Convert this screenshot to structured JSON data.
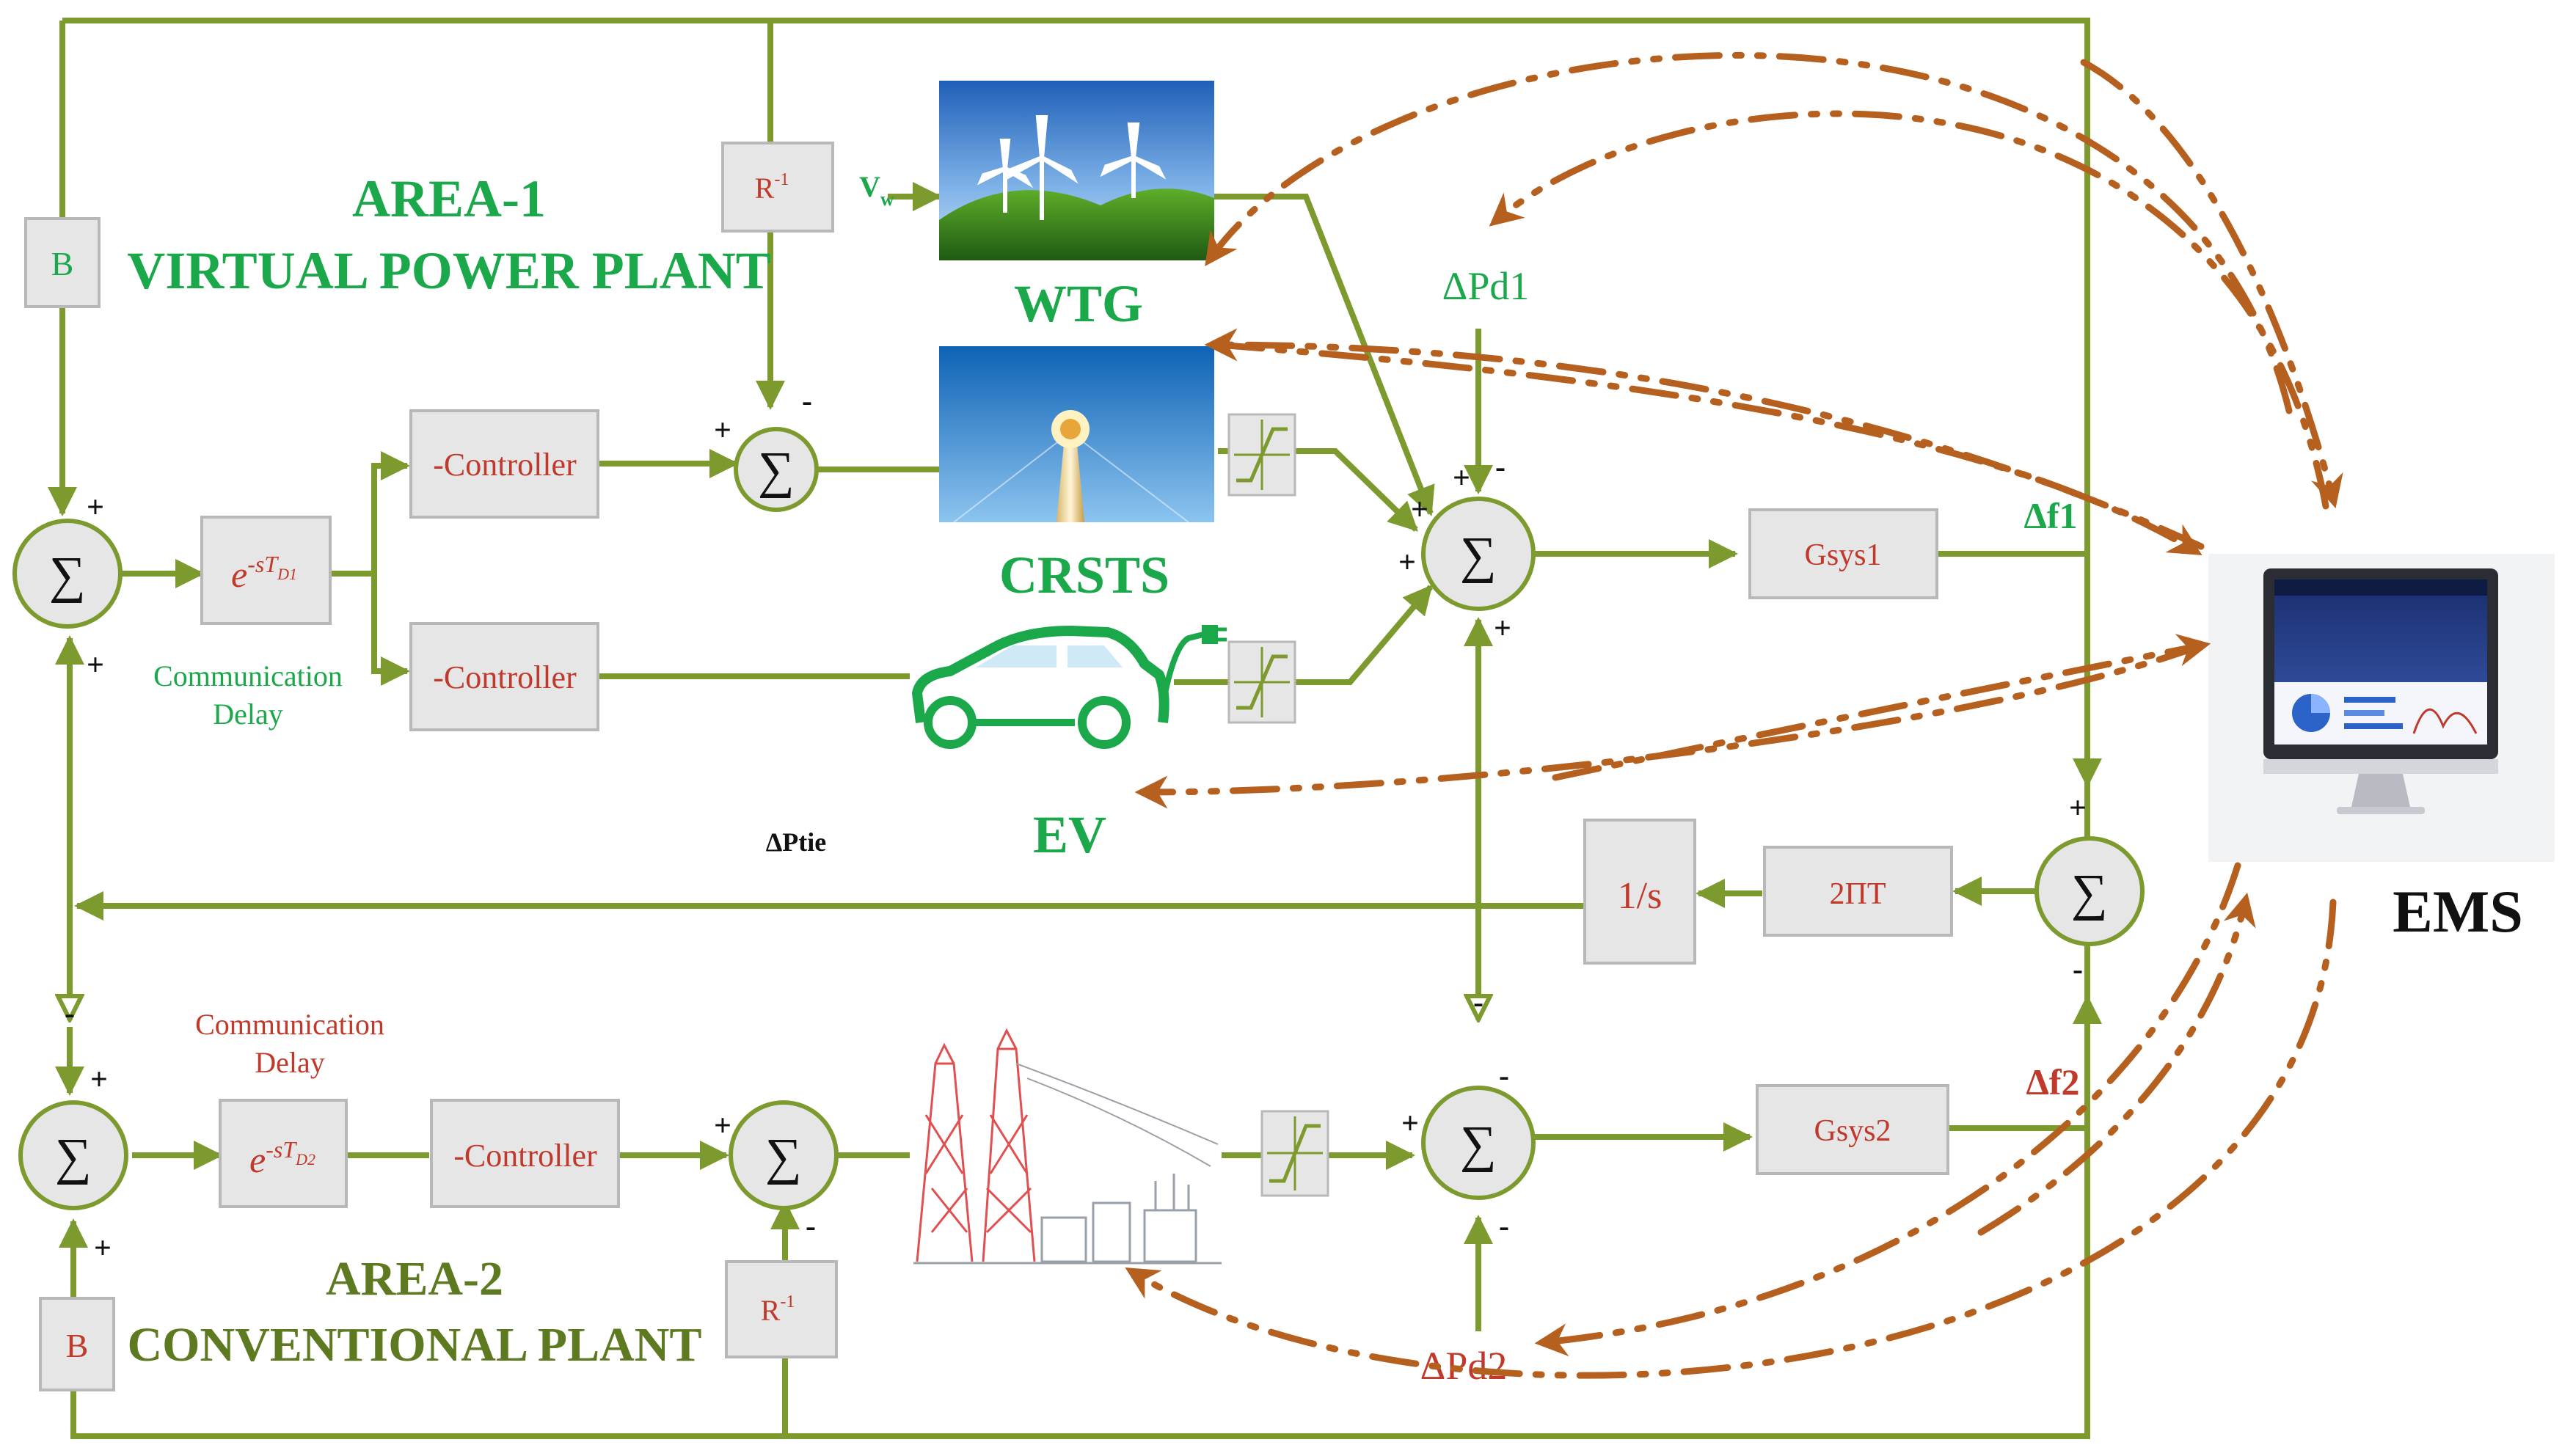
{
  "colors": {
    "wire": "#7d9a2e",
    "block_fill": "#e6e6e6",
    "block_stroke": "#b8b8b8",
    "area1_text": "#1aa84a",
    "area2_text": "#5e7a21",
    "comm2_text": "#c0392b",
    "arrow": "#b5601f",
    "black": "#111111"
  },
  "area1": {
    "line1": "AREA-1",
    "line2": "VIRTUAL POWER PLANT"
  },
  "area2": {
    "line1": "AREA-2",
    "line2": "CONVENTIONAL PLANT"
  },
  "blocks": {
    "b1": "B",
    "b2": "B",
    "r_inv": "R",
    "r_inv_sup": "-1",
    "r_inv2": "R",
    "r_inv2_sup": "-1",
    "controller1": "-Controller",
    "controller2": "-Controller",
    "controller3": "-Controller",
    "delay1_base": "e",
    "delay1_exp": "-sT",
    "delay1_sub": "D1",
    "delay2_base": "e",
    "delay2_exp": "-sT",
    "delay2_sub": "D2",
    "gsys1": "Gsys1",
    "gsys2": "Gsys2",
    "integrator": "1/s",
    "two_pi_t": "2ΠT"
  },
  "labels": {
    "comm_delay1_l1": "Communication",
    "comm_delay1_l2": "Delay",
    "comm_delay2_l1": "Communication",
    "comm_delay2_l2": "Delay",
    "wtg": "WTG",
    "crsts": "CRSTS",
    "ev": "EV",
    "ems": "EMS",
    "vw": "V",
    "vw_sub": "w",
    "dpd1": "ΔPd1",
    "dpd2": "ΔPd2",
    "df1": "Δf1",
    "df2": "Δf2",
    "dptie": "ΔPtie",
    "sigma": "∑"
  },
  "signs": {
    "plus": "+",
    "minus": "-"
  },
  "icons": {
    "wind": "wind-turbines-image",
    "solar": "solar-tower-image",
    "ev": "electric-car-icon",
    "plant": "power-plant-icon",
    "ems": "monitor-dashboard-image",
    "saturation": "saturation-icon"
  }
}
